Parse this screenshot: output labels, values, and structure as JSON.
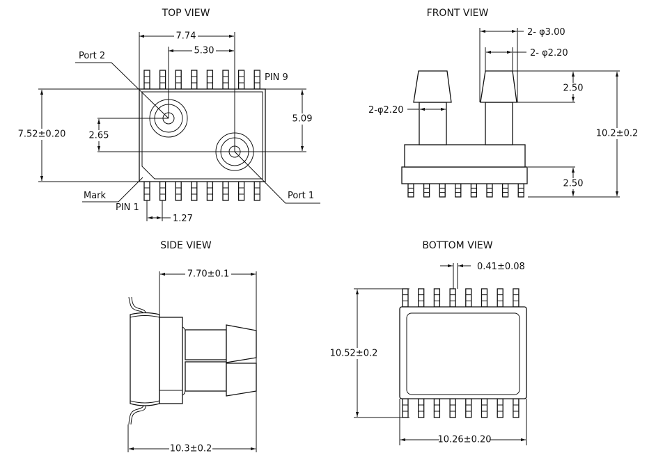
{
  "views": {
    "top": {
      "title": "TOP VIEW",
      "dim_width": "7.74",
      "dim_port_offset": "5.30",
      "dim_height": "7.52±0.20",
      "dim_port_dy_left": "2.65",
      "dim_port_dy_right": "5.09",
      "pitch": "1.27",
      "port2": "Port 2",
      "port1": "Port 1",
      "pin9": "PIN 9",
      "pin1": "PIN 1",
      "mark": "Mark"
    },
    "front": {
      "title": "FRONT VIEW",
      "dim_outer_dia": "2- φ3.00",
      "dim_inner_dia": "2- φ2.20",
      "dim_stem_dia": "2-φ2.20",
      "dim_cone_h": "2.50",
      "dim_base_h": "2.50",
      "dim_total_h": "10.2±0.2"
    },
    "side": {
      "title": "SIDE VIEW",
      "dim_body": "7.70±0.1",
      "dim_total": "10.3±0.2"
    },
    "bottom": {
      "title": "BOTTOM VIEW",
      "dim_pin_w": "0.41±0.08",
      "dim_height": "10.52±0.2",
      "dim_width": "10.26±0.20"
    }
  },
  "pin_count_per_side": 8
}
